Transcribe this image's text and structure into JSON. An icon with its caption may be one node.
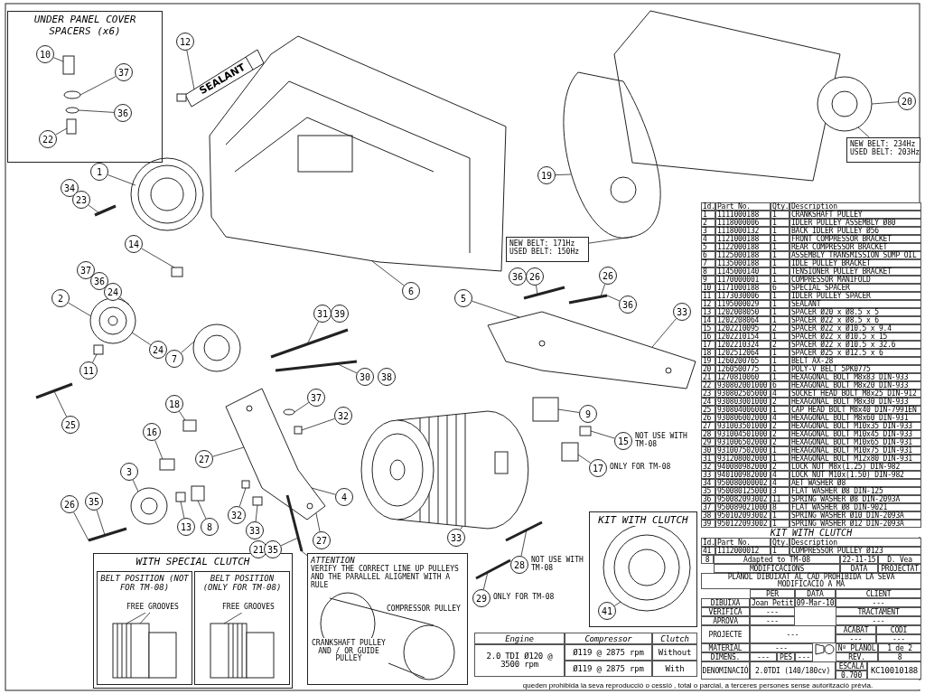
{
  "diagram": {
    "nodes": [
      {
        "text": [
          "UNDER PANEL COVER SPACERS (x6)"
        ]
      },
      {
        "text": [
          "10"
        ],
        "in": 0
      },
      {
        "text": [
          "37"
        ],
        "in": 0
      },
      {
        "text": [
          "36"
        ],
        "in": 0
      },
      {
        "text": [
          "22"
        ],
        "in": 0
      },
      {
        "text": [
          "12"
        ]
      },
      {
        "text": [
          "1"
        ]
      },
      {
        "text": [
          "34"
        ]
      },
      {
        "text": [
          "23"
        ]
      },
      {
        "text": [
          "14"
        ]
      },
      {
        "text": [
          "6"
        ]
      },
      {
        "text": [
          "37"
        ]
      },
      {
        "text": [
          "36"
        ]
      },
      {
        "text": [
          "24"
        ]
      },
      {
        "text": [
          "2"
        ]
      },
      {
        "text": [
          "24"
        ]
      },
      {
        "text": [
          "7"
        ]
      },
      {
        "text": [
          "11"
        ]
      },
      {
        "text": [
          "25"
        ]
      },
      {
        "text": [
          "31"
        ]
      },
      {
        "text": [
          "39"
        ]
      },
      {
        "text": [
          "30"
        ]
      },
      {
        "text": [
          "38"
        ]
      },
      {
        "text": [
          "18"
        ]
      },
      {
        "text": [
          "16"
        ]
      },
      {
        "text": [
          "27"
        ]
      },
      {
        "text": [
          "37"
        ]
      },
      {
        "text": [
          "32"
        ]
      },
      {
        "text": [
          "3"
        ]
      },
      {
        "text": [
          "13"
        ]
      },
      {
        "text": [
          "8"
        ]
      },
      {
        "text": [
          "26"
        ]
      },
      {
        "text": [
          "35"
        ]
      },
      {
        "text": [
          "32"
        ]
      },
      {
        "text": [
          "33"
        ]
      },
      {
        "text": [
          "4"
        ]
      },
      {
        "text": [
          "27"
        ]
      },
      {
        "text": [
          "21"
        ]
      },
      {
        "text": [
          "35"
        ]
      },
      {
        "text": [
          "5"
        ]
      },
      {
        "text": [
          "36"
        ]
      },
      {
        "text": [
          "26"
        ]
      },
      {
        "text": [
          "26"
        ]
      },
      {
        "text": [
          "36"
        ]
      },
      {
        "text": [
          "33"
        ]
      },
      {
        "text": [
          "9"
        ]
      },
      {
        "text": [
          "15"
        ],
        "beside": [
          "NOT USE WITH TM-08"
        ]
      },
      {
        "text": [
          "17"
        ],
        "beside": [
          "ONLY FOR TM-08"
        ]
      },
      {
        "text": [
          "33"
        ]
      },
      {
        "text": [
          "28"
        ],
        "beside": [
          "NOT USE WITH TM-08"
        ]
      },
      {
        "text": [
          "29"
        ],
        "beside": [
          "ONLY FOR TM-08"
        ]
      },
      {
        "text": [
          "19"
        ]
      },
      {
        "text": [
          "20"
        ]
      },
      {
        "text": [
          "NEW BELT: 171Hz",
          "USED BELT: 150Hz"
        ]
      },
      {
        "text": [
          "NEW BELT: 234Hz",
          "USED BELT: 203Hz"
        ]
      },
      {
        "text": [
          "KIT WITH CLUTCH"
        ]
      },
      {
        "text": [
          "41"
        ],
        "in": 55
      },
      {
        "text": [
          "WITH SPECIAL CLUTCH"
        ]
      },
      {
        "text": [
          "BELT POSITION (NOT FOR TM-08)"
        ],
        "in": 57
      },
      {
        "text": [
          "FREE GROOVES"
        ],
        "in": 58
      },
      {
        "text": [
          "BELT POSITION (ONLY FOR TM-08)"
        ],
        "in": 57
      },
      {
        "text": [
          "FREE GROOVES"
        ],
        "in": 60
      },
      {
        "text": [
          "ATTENTION",
          "VERIFY THE CORRECT LINE UP PULLEYS AND THE PARALLEL ALIGMENT WITH A RULE"
        ]
      },
      {
        "text": [],
        "shape": "box",
        "in": 0
      },
      {
        "text": [],
        "shape": "circle",
        "in": 0
      },
      {
        "text": [],
        "shape": "circle",
        "in": 0
      },
      {
        "text": [],
        "shape": "box",
        "in": 0
      },
      {
        "text": [],
        "shape": "picture"
      },
      {
        "text": [],
        "shape": "picture"
      },
      {
        "text": [],
        "shape": "picture"
      },
      {
        "text": [],
        "shape": "box"
      },
      {
        "text": [],
        "shape": "picture"
      },
      {
        "text": [],
        "shape": "picture"
      },
      {
        "text": [],
        "shape": "picture"
      },
      {
        "text": [],
        "shape": "box"
      },
      {
        "text": [],
        "shape": "picture"
      },
      {
        "text": [],
        "shape": "picture"
      },
      {
        "text": [],
        "shape": "picture"
      },
      {
        "text": [],
        "shape": "box"
      },
      {
        "text": [],
        "shape": "box"
      },
      {
        "text": [],
        "shape": "picture"
      },
      {
        "text": [],
        "shape": "circle"
      },
      {
        "text": [],
        "shape": "box"
      },
      {
        "text": [],
        "shape": "picture"
      },
      {
        "text": [],
        "shape": "box"
      },
      {
        "text": [],
        "shape": "box"
      },
      {
        "text": [],
        "shape": "picture"
      },
      {
        "text": [],
        "shape": "box"
      },
      {
        "text": [],
        "shape": "box"
      },
      {
        "text": [],
        "shape": "picture"
      },
      {
        "text": [],
        "shape": "picture"
      },
      {
        "text": [],
        "shape": "picture"
      },
      {
        "text": [],
        "shape": "picture"
      },
      {
        "text": [],
        "shape": "box"
      },
      {
        "text": [],
        "shape": "box"
      },
      {
        "text": [],
        "shape": "box"
      },
      {
        "text": [],
        "shape": "picture"
      },
      {
        "text": [],
        "shape": "picture"
      },
      {
        "text": [],
        "shape": "picture"
      },
      {
        "text": [],
        "shape": "picture"
      },
      {
        "text": [],
        "shape": "picture"
      },
      {
        "text": [],
        "shape": "picture",
        "in": 55
      },
      {
        "text": [],
        "shape": "picture",
        "in": 58
      },
      {
        "text": [],
        "shape": "picture",
        "in": 60
      }
    ],
    "edges": [
      {
        "from": 1,
        "to": 63,
        "arrow": "none"
      },
      {
        "from": 2,
        "to": 64,
        "arrow": "none"
      },
      {
        "from": 3,
        "to": 65,
        "arrow": "none"
      },
      {
        "from": 4,
        "to": 66,
        "arrow": "none"
      },
      {
        "from": 5,
        "to": 67,
        "arrow": "none"
      },
      {
        "from": 6,
        "to": 68,
        "arrow": "none"
      },
      {
        "from": 8,
        "to": 69,
        "arrow": "none"
      },
      {
        "from": 9,
        "to": 70,
        "arrow": "none"
      },
      {
        "from": 10,
        "to": 71,
        "arrow": "none"
      },
      {
        "from": 13,
        "to": 72,
        "arrow": "none"
      },
      {
        "from": 14,
        "to": 72,
        "arrow": "none"
      },
      {
        "from": 15,
        "to": 72,
        "arrow": "none"
      },
      {
        "from": 16,
        "to": 73,
        "arrow": "none"
      },
      {
        "from": 17,
        "to": 74,
        "arrow": "none"
      },
      {
        "from": 18,
        "to": 75,
        "arrow": "none"
      },
      {
        "from": 19,
        "to": 76,
        "arrow": "none"
      },
      {
        "from": 21,
        "to": 77,
        "arrow": "none"
      },
      {
        "from": 23,
        "to": 78,
        "arrow": "none"
      },
      {
        "from": 24,
        "to": 79,
        "arrow": "none"
      },
      {
        "from": 25,
        "to": 80,
        "arrow": "none"
      },
      {
        "from": 26,
        "to": 81,
        "arrow": "none"
      },
      {
        "from": 27,
        "to": 82,
        "arrow": "none"
      },
      {
        "from": 28,
        "to": 83,
        "arrow": "none"
      },
      {
        "from": 29,
        "to": 84,
        "arrow": "none"
      },
      {
        "from": 30,
        "to": 85,
        "arrow": "none"
      },
      {
        "from": 31,
        "to": 86,
        "arrow": "none"
      },
      {
        "from": 32,
        "to": 86,
        "arrow": "none"
      },
      {
        "from": 33,
        "to": 87,
        "arrow": "none"
      },
      {
        "from": 34,
        "to": 88,
        "arrow": "none"
      },
      {
        "from": 35,
        "to": 80,
        "arrow": "none"
      },
      {
        "from": 36,
        "to": 80,
        "arrow": "none"
      },
      {
        "from": 38,
        "to": 89,
        "arrow": "none"
      },
      {
        "from": 39,
        "to": 90,
        "arrow": "none"
      },
      {
        "from": 41,
        "to": 91,
        "arrow": "none"
      },
      {
        "from": 42,
        "to": 92,
        "arrow": "none"
      },
      {
        "from": 43,
        "to": 92,
        "arrow": "none"
      },
      {
        "from": 44,
        "to": 90,
        "arrow": "none"
      },
      {
        "from": 45,
        "to": 93,
        "arrow": "none"
      },
      {
        "from": 46,
        "to": 94,
        "arrow": "none"
      },
      {
        "from": 47,
        "to": 95,
        "arrow": "none"
      },
      {
        "from": 48,
        "to": 96,
        "arrow": "none"
      },
      {
        "from": 49,
        "to": 97,
        "arrow": "none"
      },
      {
        "from": 50,
        "to": 98,
        "arrow": "none"
      },
      {
        "from": 51,
        "to": 99,
        "arrow": "none"
      },
      {
        "from": 52,
        "to": 100,
        "arrow": "none"
      },
      {
        "from": 53,
        "to": 99,
        "arrow": "none"
      },
      {
        "from": 54,
        "to": 100,
        "arrow": "none"
      },
      {
        "from": 56,
        "to": 101,
        "arrow": "none"
      },
      {
        "from": 59,
        "to": 102,
        "arrow": "none"
      },
      {
        "from": 59,
        "to": 102,
        "arrow": "none"
      },
      {
        "from": 61,
        "to": 103,
        "arrow": "none"
      },
      {
        "from": 62,
        "to": 89,
        "arrow": "none"
      }
    ],
    "labels": [
      "SEALANT",
      "COMPRESSOR PULLEY",
      "CRANKSHAFT PULLEY AND / OR GUIDE PULLEY",
      "Id.",
      "Part No.",
      "Qty.",
      "Description",
      "1",
      "1111000188",
      "1",
      "CRANKSHAFT PULLEY",
      "2",
      "1118000006",
      "1",
      "IDLER PULLEY ASSEMBLY Ø80",
      "3",
      "1118000132",
      "1",
      "BACK IDLER PULLEY Ø56",
      "4",
      "1121000188",
      "1",
      "FRONT COMPRESSOR BRACKET",
      "5",
      "1122000188",
      "1",
      "REAR COMPRESSOR BRACKET",
      "6",
      "1125000188",
      "1",
      "ASSEMBLY TRANSMISSION SUMP OIL",
      "7",
      "1135000188",
      "1",
      "IDLE PULLEY BRACKET",
      "8",
      "1145000140",
      "1",
      "TENSIONER PULLEY BRACKET",
      "9",
      "1170000001",
      "1",
      "COMPRESSOR MANIFOLD",
      "10",
      "1171000188",
      "6",
      "SPECIAL SPACER",
      "11",
      "1173030006",
      "1",
      "IDLER PULLEY SPACER",
      "12",
      "1195000029",
      "1",
      "SEALANT",
      "13",
      "1202008050",
      "1",
      "SPACER Ø20 x Ø8.5 x 5",
      "14",
      "1202208064",
      "1",
      "SPACER Ø22 x Ø8.5 x 6",
      "15",
      "1202210095",
      "2",
      "SPACER Ø22 x Ø10.5 x 9.4",
      "16",
      "1202210154",
      "1",
      "SPACER Ø22 x Ø10.5 x 15",
      "17",
      "1202210324",
      "2",
      "SPACER Ø22 x Ø10.5 x 32.6",
      "18",
      "1202512064",
      "1",
      "SPACER Ø25 x Ø12.5 x 6",
      "19",
      "1260200765",
      "1",
      "BELT AX-28",
      "20",
      "1260500775",
      "1",
      "POLY-V BELT 5PK0775",
      "21",
      "1270810060",
      "1",
      "HEXAGONAL BOLT M8x83 DIN-933",
      "22",
      "930802001000",
      "6",
      "HEXAGONAL BOLT M8x20 DIN-933",
      "23",
      "930802505000",
      "4",
      "SOCKET HEAD BOLT M8x25 DIN-912",
      "24",
      "930803001000",
      "2",
      "HEXAGONAL BOLT M8x30 DIN-933",
      "25",
      "930804006000",
      "1",
      "CAP HEAD BOLT M8x40 DIN-7991EN",
      "26",
      "930806002000",
      "4",
      "HEXAGONAL BOLT M8x60 DIN-931",
      "27",
      "931003501000",
      "2",
      "HEXAGONAL BOLT M10x35 DIN-933",
      "28",
      "931004501000",
      "2",
      "HEXAGONAL BOLT M10x45 DIN-933",
      "29",
      "931006502000",
      "2",
      "HEXAGONAL BOLT M10x65 DIN-931",
      "30",
      "931007502000",
      "1",
      "HEXAGONAL BOLT M10x75 DIN-931",
      "31",
      "931208002000",
      "1",
      "HEXAGONAL BOLT M12x80 DIN-931",
      "32",
      "940080982000",
      "2",
      "LOCK NUT M8x(1.25) DIN-982",
      "33",
      "940100982000",
      "4",
      "LOCK NUT M10x(1.50) DIN-982",
      "34",
      "950080000002",
      "4",
      "AET WASHER Ø8",
      "35",
      "950080125000",
      "3",
      "FLAT WASHER Ø8 DIN-125",
      "36",
      "950082093002",
      "11",
      "SPRING WASHER Ø8 DIN-2093A",
      "37",
      "950089021000",
      "8",
      "FLAT WASHER Ø8 DIN-9021",
      "38",
      "950102093002",
      "1",
      "SPRING WASHER Ø10 DIN-2093A",
      "39",
      "950122093002",
      "1",
      "SPRING WASHER Ø12 DIN-2093A",
      "KIT WITH CLUTCH",
      "Id.",
      "Part No.",
      "Qty.",
      "Description",
      "41",
      "1112000012",
      "1",
      "COMPRESSOR PULLEY Ø123",
      "Engine",
      "Compressor",
      "Clutch",
      "2.0 TDI Ø120 @ 3500 rpm",
      "Ø119 @ 2875 rpm",
      "Without",
      "Ø119 @ 2875 rpm",
      "With",
      "8",
      "Adapted to TM-08",
      "22-11-15",
      "D. Vea",
      "MODIFICACIONS",
      "DATA",
      "PROJECTAT",
      "PLÀNOL DIBUIXAT AL CAD PROHIBIDA LA SEVA MODIFICACIÓ A MÀ",
      "PER",
      "DATA",
      "CLIENT",
      "DIBUIXA",
      "Joan Petit",
      "09-Mar-10",
      "---",
      "VERIFICA",
      "---",
      "TRACTAMENT",
      "APROVA",
      "---",
      "---",
      "PROJECTE",
      "---",
      "ACABAT",
      "---",
      "CODI",
      "---",
      "MATERIAL",
      "---",
      "Nº PLÀNOL",
      "1 de 2",
      "DIMENS.",
      "---",
      "PES",
      "---",
      "REV.",
      "8",
      "DENOMINACIÓ",
      "2.0TDI (140/180cv)",
      "ESCALA",
      "0.700",
      "KC10010188",
      "queden prohibida la seva reproducció o cessió , total o parcial, a terceres persones sense autorització prèvia."
    ]
  }
}
